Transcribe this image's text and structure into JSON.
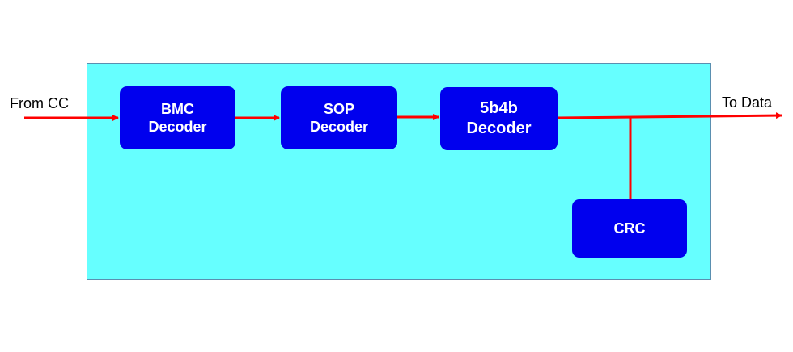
{
  "colors": {
    "container_fill": "#66ffff",
    "block_fill": "#0000ee",
    "block_text": "#ffffff",
    "wire": "#ff0000"
  },
  "labels": {
    "input": "From CC",
    "output": "To Data"
  },
  "blocks": {
    "bmc": {
      "line1": "BMC",
      "line2": "Decoder"
    },
    "sop": {
      "line1": "SOP",
      "line2": "Decoder"
    },
    "b5b4b": {
      "line1": "5b4b",
      "line2": "Decoder"
    },
    "crc": {
      "line1": "CRC"
    }
  }
}
